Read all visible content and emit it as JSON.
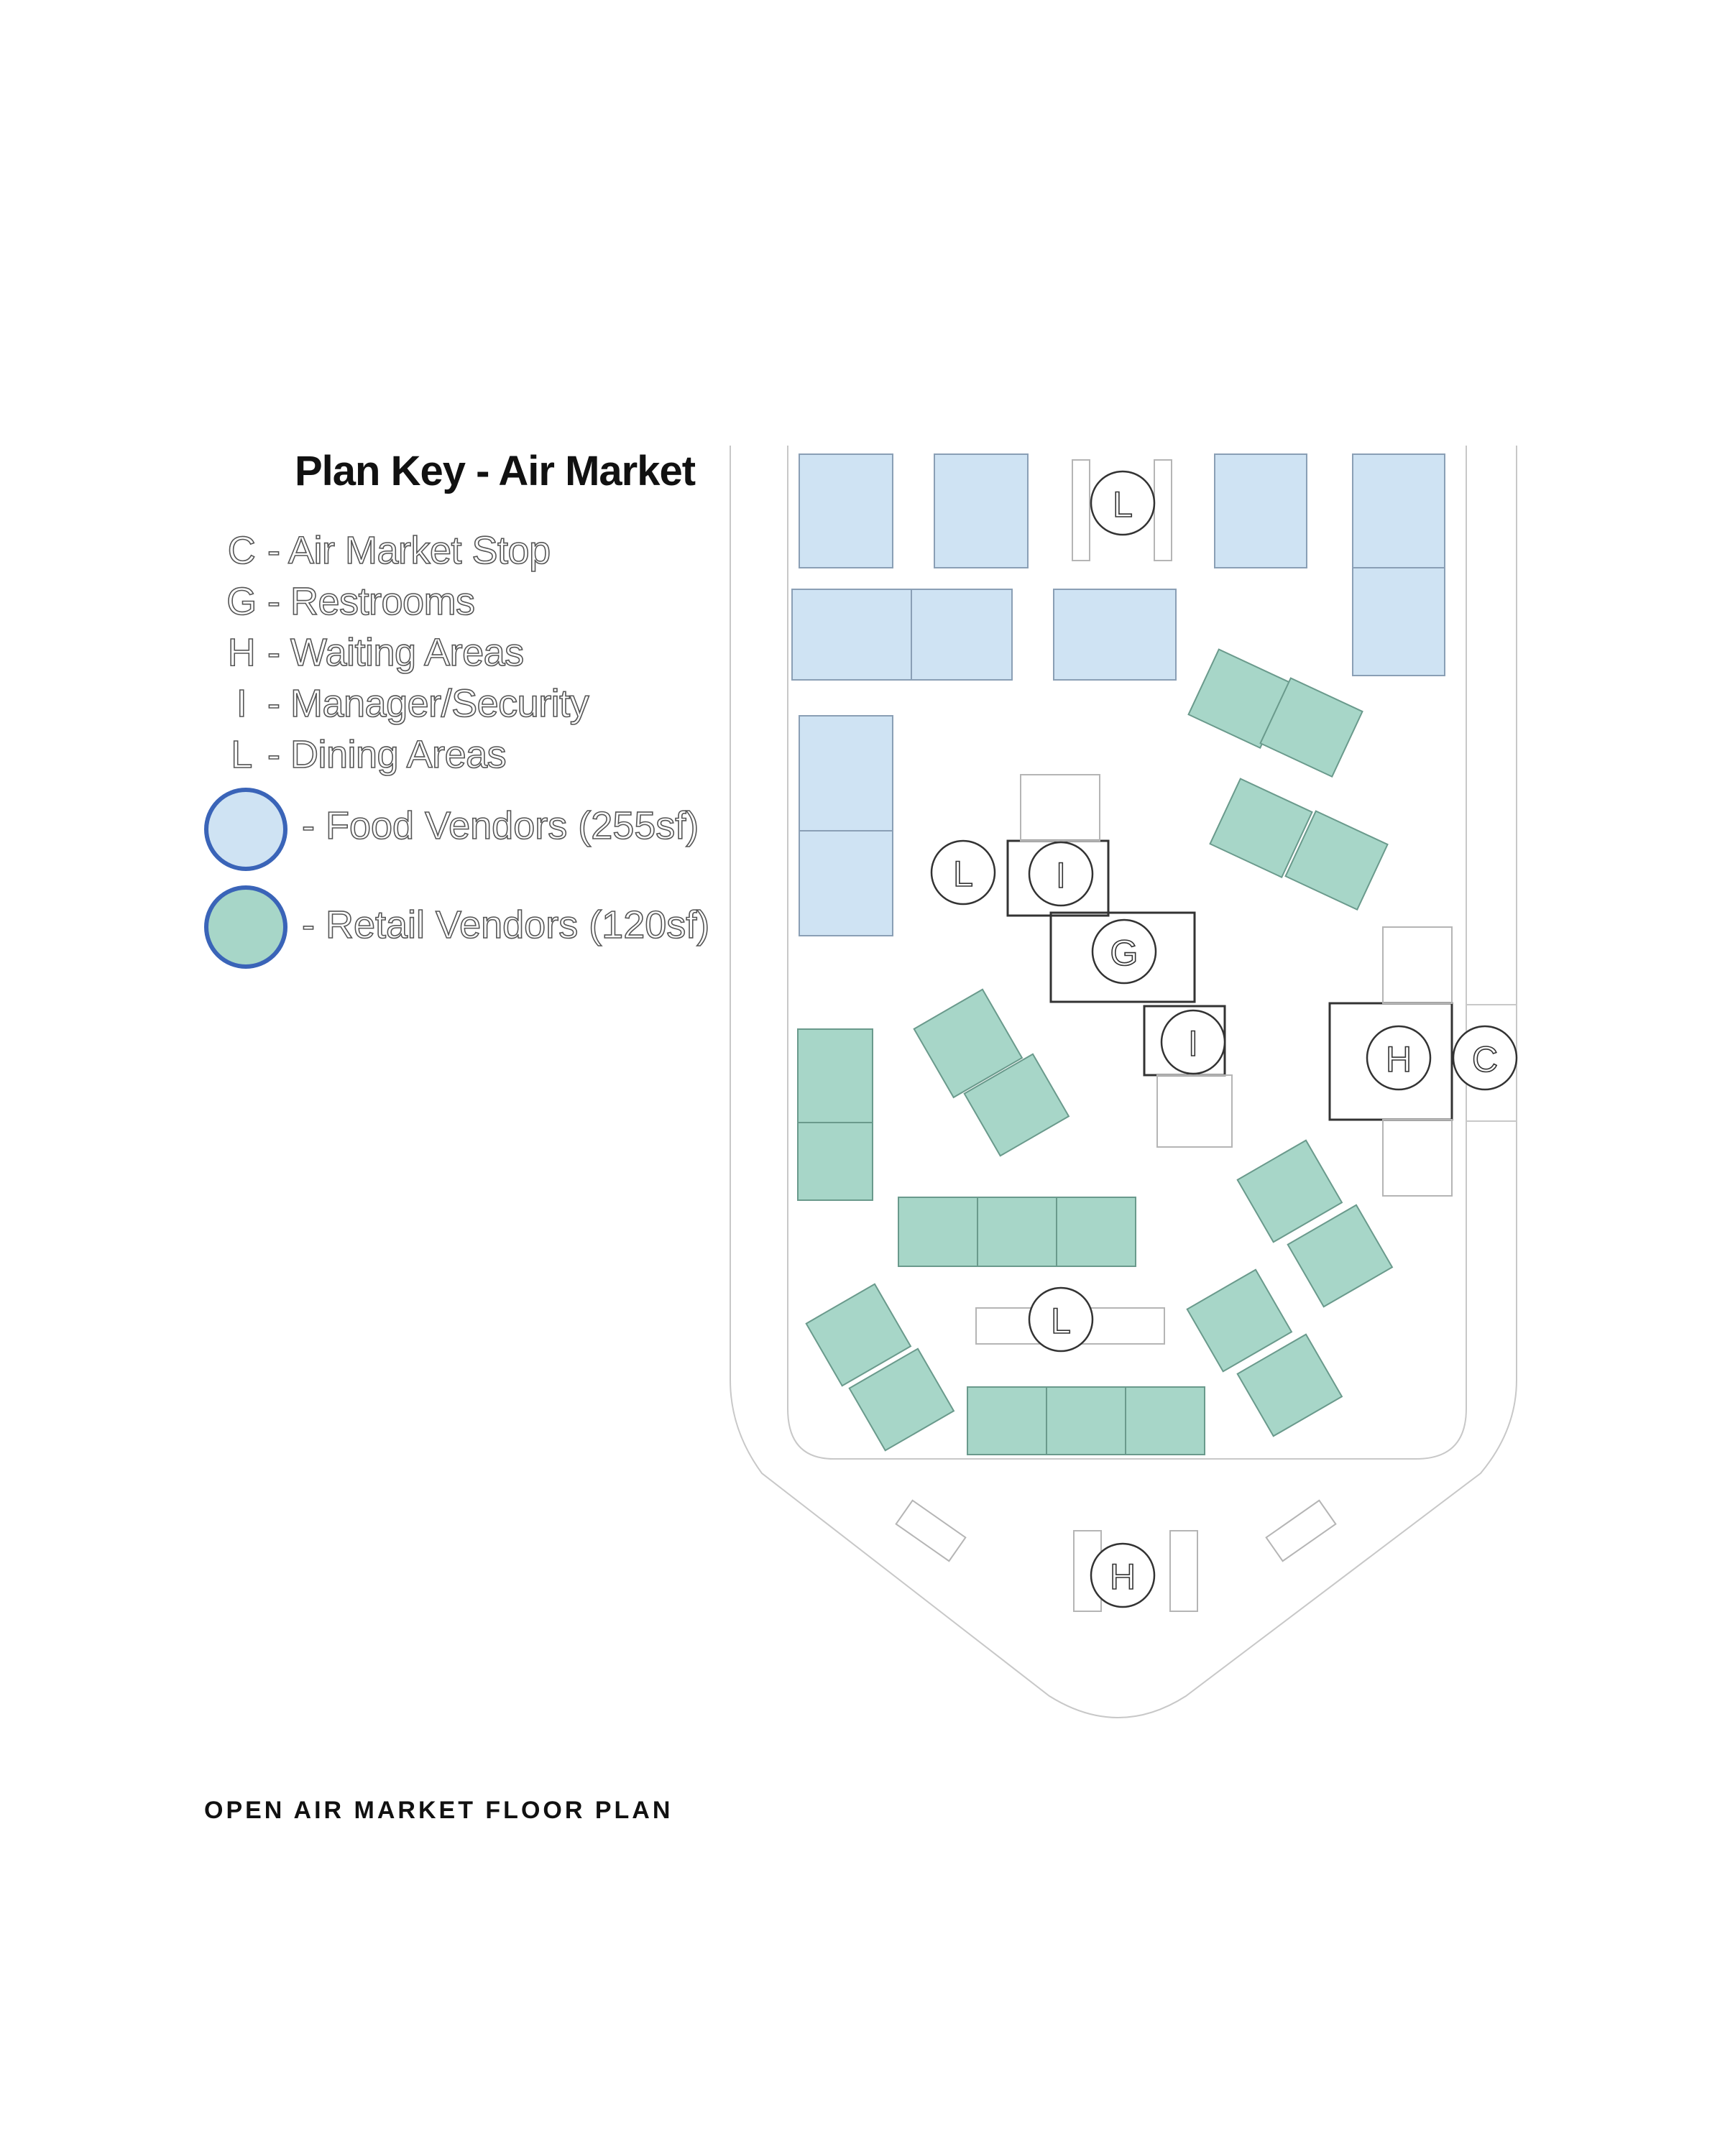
{
  "plan_key": {
    "title": "Plan Key - Air Market",
    "entries": [
      {
        "code": "C",
        "label": "- Air Market Stop"
      },
      {
        "code": "G",
        "label": "- Restrooms"
      },
      {
        "code": "H",
        "label": "- Waiting Areas"
      },
      {
        "code": "I",
        "label": "- Manager/Security"
      },
      {
        "code": "L",
        "label": "- Dining Areas"
      }
    ],
    "swatches": [
      {
        "label": "- Food Vendors (255sf)",
        "color": "#cfe3f3"
      },
      {
        "label": "- Retail Vendors (120sf)",
        "color": "#a7d6c8"
      }
    ],
    "swatch_border_color": "#3a64b8"
  },
  "plan": {
    "zone_markers": [
      "L",
      "L",
      "I",
      "G",
      "I",
      "H",
      "C",
      "L",
      "H"
    ],
    "food_vendor_color": "#cfe3f3",
    "retail_vendor_color": "#a7d6c8"
  },
  "caption": "OPEN AIR MARKET FLOOR PLAN"
}
